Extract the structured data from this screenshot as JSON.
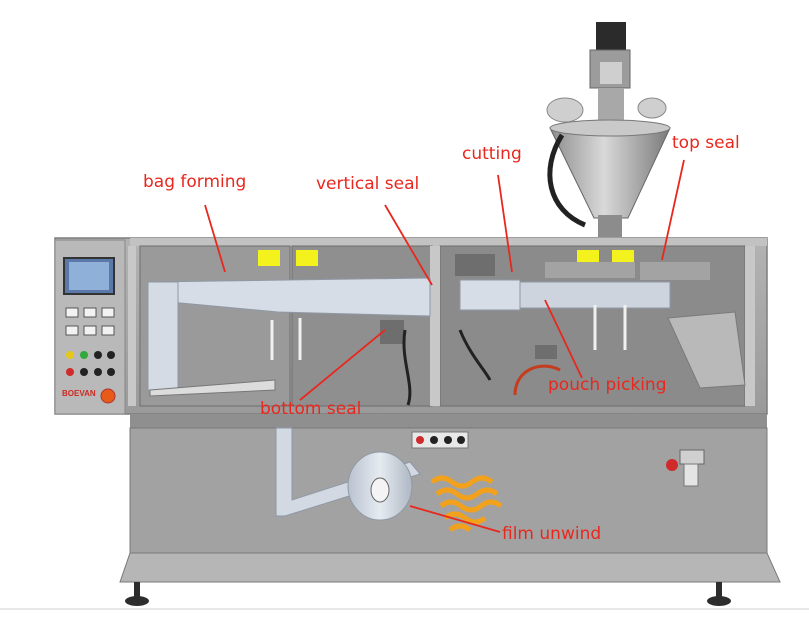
{
  "callouts": {
    "bag_forming": "bag forming",
    "vertical_seal": "vertical seal",
    "cutting": "cutting",
    "top_seal": "top seal",
    "bottom_seal": "bottom seal",
    "pouch_picking": "pouch picking",
    "film_unwind": "film unwind"
  },
  "brand": "BOEVAN",
  "colors": {
    "callout": "#e8281e",
    "machine_body": "#a7a7a7",
    "machine_dark": "#7f7f7f",
    "window_bg": "#8e8e8e",
    "film": "#cfd6e0",
    "label_yellow": "#f3f21c",
    "hose_orange": "#f2a11d"
  }
}
